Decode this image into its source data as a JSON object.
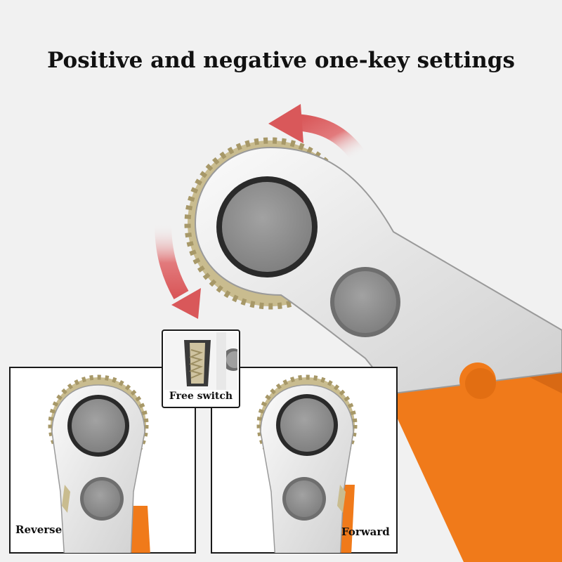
{
  "headline": "Positive and negative one-key settings",
  "panels": {
    "free_switch": "Free switch",
    "reverse": "Reverse",
    "forward": "Forward"
  },
  "colors": {
    "background": "#f1f1f1",
    "steel": "#e6e6e6",
    "socket": "#8c8c8c",
    "teeth": "#c9bc8f",
    "handle": "#f07a1a",
    "arrow": "#d9585a"
  }
}
